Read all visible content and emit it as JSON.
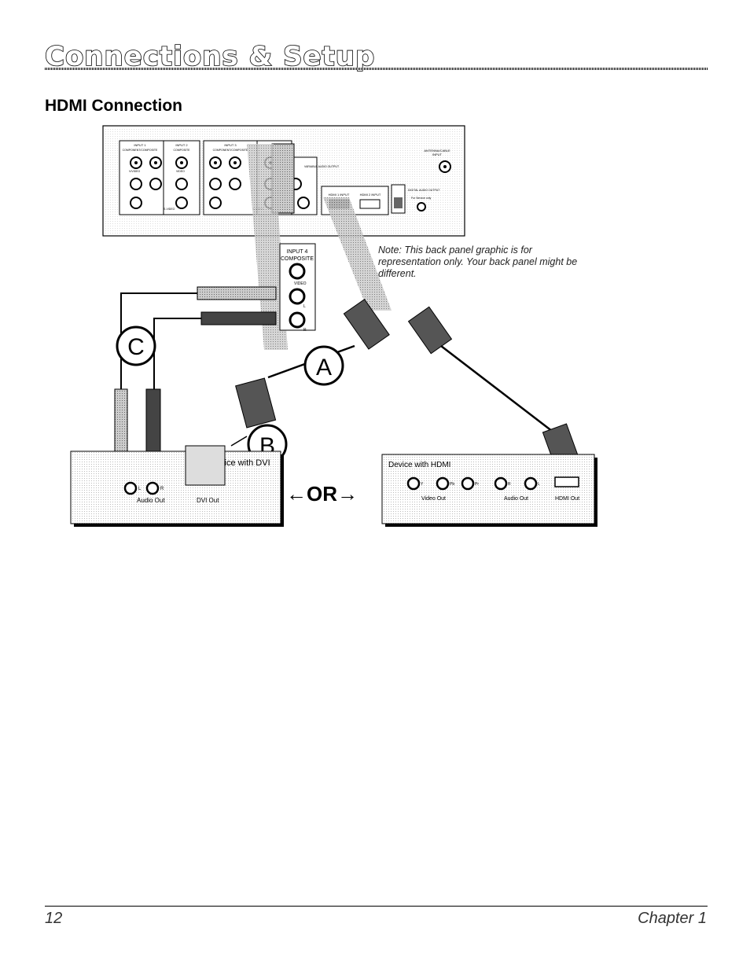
{
  "header": {
    "title": "Connections & Setup"
  },
  "section": {
    "title": "HDMI Connection"
  },
  "note": "Note: This back panel graphic is for representation only. Your back panel might be different.",
  "panel": {
    "input1": "INPUT 1",
    "input1_sub": "COMPONENT/COMPOSITE",
    "input2": "INPUT 2",
    "input2_sub": "COMPOSITE",
    "input3": "INPUT 3",
    "input3_sub": "COMPONENT/COMPOSITE",
    "input4": "INPUT 4",
    "input4_sub": "COMPOSITE",
    "vvideo": "V/VIDEO",
    "video": "VIDEO",
    "svideo": "S-VIDEO",
    "antenna": "ANTENNA/CABLE",
    "antenna_sub": "INPUT",
    "hdmi1": "HDMI 1 INPUT",
    "hdmi2": "HDMI 2 INPUT",
    "variable_audio": "VARIABLE AUDIO OUTPUT",
    "digital_audio": "DIGITAL AUDIO OUTPUT",
    "service": "For Service only"
  },
  "callout": {
    "input4": "INPUT 4",
    "composite": "COMPOSITE",
    "video": "VIDEO",
    "l": "L",
    "r": "R"
  },
  "labels": {
    "a": "A",
    "b": "B",
    "c": "C",
    "or": "←OR→"
  },
  "device_dvi": {
    "title": "Device with DVI",
    "audio_out": "Audio Out",
    "dvi_out": "DVI Out",
    "l": "L",
    "r": "R"
  },
  "device_hdmi": {
    "title": "Device with HDMI",
    "video_out": "Video Out",
    "audio_out": "Audio Out",
    "hdmi_out": "HDMI Out",
    "y": "Y",
    "pb": "Pb",
    "pr": "Pr",
    "r": "R",
    "l": "L"
  },
  "footer": {
    "page": "12",
    "chapter": "Chapter 1"
  }
}
